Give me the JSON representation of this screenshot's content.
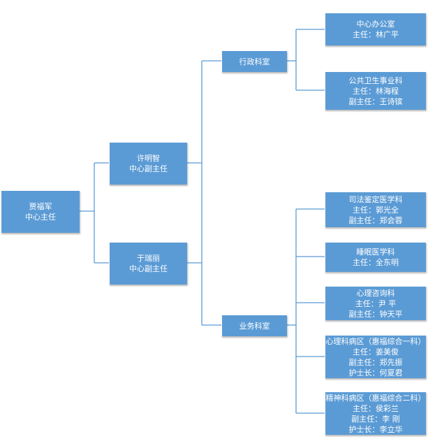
{
  "org": {
    "root": {
      "name": "贾福军",
      "title": "中心主任"
    },
    "deputy1": {
      "name": "许明智",
      "title": "中心副主任"
    },
    "deputy2": {
      "name": "于瑞丽",
      "title": "中心副主任"
    },
    "admin_office": {
      "label": "行政科室"
    },
    "business_office": {
      "label": "业务科室"
    },
    "central_office": {
      "name": "中心办公室",
      "line1": "主任：林广平"
    },
    "public_health": {
      "name": "公共卫生事业科",
      "line1": "主任：林海程",
      "line2": "副主任：王诗镔"
    },
    "forensic": {
      "name": "司法鉴定医学科",
      "line1": "主任：郭光全",
      "line2": "副主任：郑会蓉"
    },
    "sleep": {
      "name": "睡眠医学科",
      "line1": "主任：全东明"
    },
    "counseling": {
      "name": "心理咨询科",
      "line1": "主任：尹  平",
      "line2": "副主任：钟天平"
    },
    "psych_ward1": {
      "name": "心理科病区（惠福综合一科）",
      "line1": "主任：姜美俊",
      "line2": "副主任：郑先振",
      "line3": "护士长：何夏君"
    },
    "psych_ward2": {
      "name": "精神科病区（惠福综合二科）",
      "line1": "主任：侯彩兰",
      "line2": "副主任：李  刚",
      "line3": "护士长：李立华"
    }
  },
  "colors": {
    "box_fill": "#5b9bd5",
    "connector": "#5b9bd5",
    "text": "#ffffff"
  }
}
